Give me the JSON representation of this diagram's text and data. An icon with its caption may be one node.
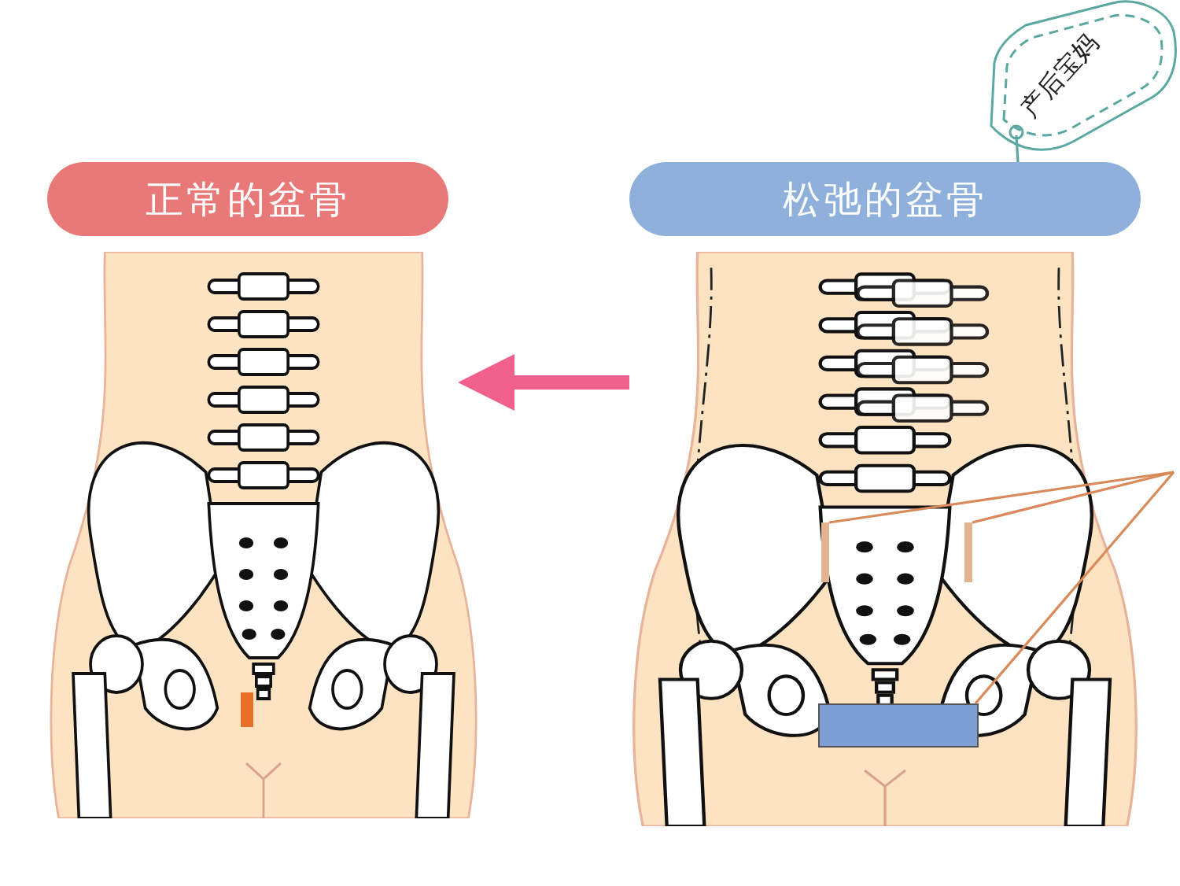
{
  "diagram": {
    "nodes": [
      {
        "text": [
          "产后宝妈"
        ]
      },
      {
        "text": [
          "正常的盆骨"
        ]
      },
      {
        "text": [
          "松弛的盆骨"
        ]
      },
      {
        "text": [],
        "shape": "picture"
      },
      {
        "text": [],
        "shape": "picture"
      },
      {
        "text": [],
        "shape": "bar",
        "in": 3
      },
      {
        "text": [],
        "shape": "bar",
        "in": 4
      },
      {
        "text": [],
        "shape": "bar",
        "in": 4
      },
      {
        "text": [],
        "shape": "bar",
        "in": 4
      }
    ],
    "edges": [
      {
        "from": 4,
        "to": 3,
        "arrow": "to",
        "style": "thick",
        "color": "#f0608c"
      },
      {
        "from": 0,
        "to": 2,
        "arrow": "none",
        "color": "#5aa8a0"
      },
      {
        "from": null,
        "to": 7,
        "arrow": "none"
      },
      {
        "from": null,
        "to": 8,
        "arrow": "none"
      },
      {
        "from": null,
        "to": 6,
        "arrow": "none"
      }
    ]
  }
}
